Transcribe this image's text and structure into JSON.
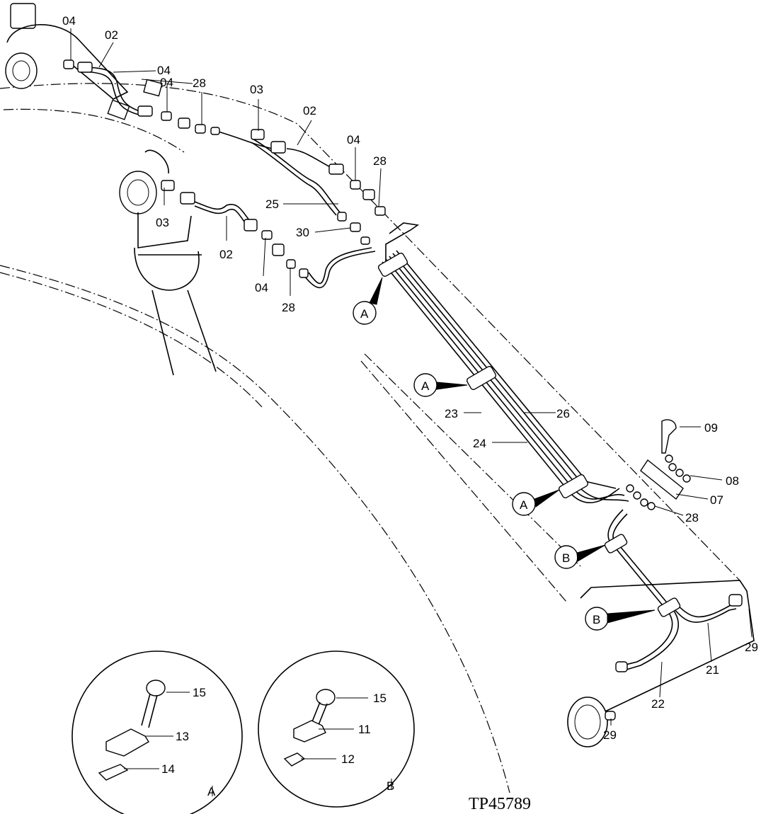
{
  "drawing_ref": "TP45789",
  "callouts": {
    "c_04_a": "04",
    "c_02_a": "02",
    "c_04_b": "04",
    "c_04_c": "04",
    "c_28_a": "28",
    "c_03_a": "03",
    "c_02_b": "02",
    "c_04_d": "04",
    "c_28_b": "28",
    "c_25": "25",
    "c_30": "30",
    "c_03_b": "03",
    "c_02_c": "02",
    "c_04_e": "04",
    "c_28_c": "28",
    "c_23": "23",
    "c_26": "26",
    "c_24": "24",
    "c_09": "09",
    "c_08": "08",
    "c_07": "07",
    "c_28_d": "28",
    "c_29_a": "29",
    "c_21": "21",
    "c_22": "22",
    "c_29_b": "29"
  },
  "clamp_markers": {
    "a1": "A",
    "a2": "A",
    "a3": "A",
    "b1": "B",
    "b2": "B"
  },
  "detail_a": {
    "label": "A",
    "c15": "15",
    "c13": "13",
    "c14": "14"
  },
  "detail_b": {
    "label": "B",
    "c15": "15",
    "c11": "11",
    "c12": "12"
  }
}
